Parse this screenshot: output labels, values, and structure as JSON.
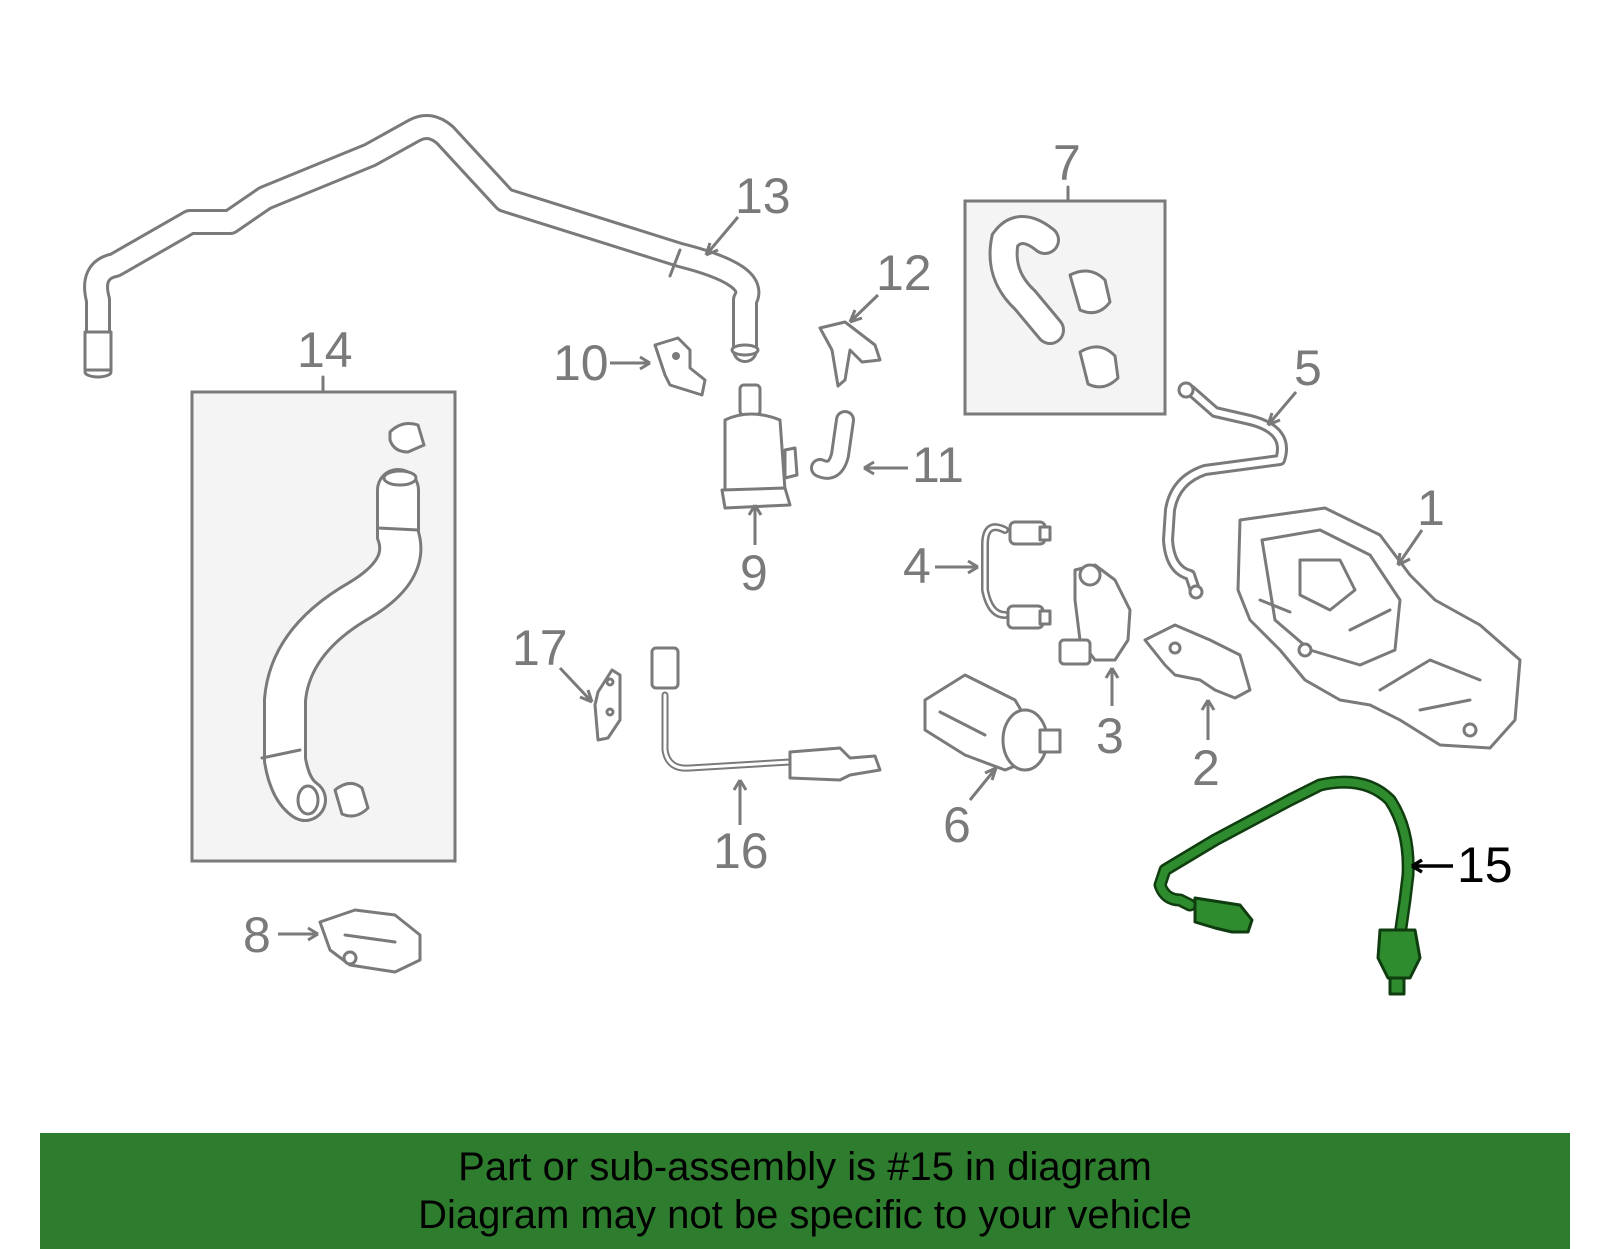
{
  "diagram": {
    "callouts": {
      "c1": "1",
      "c2": "2",
      "c3": "3",
      "c4": "4",
      "c5": "5",
      "c6": "6",
      "c7": "7",
      "c8": "8",
      "c9": "9",
      "c10": "10",
      "c11": "11",
      "c12": "12",
      "c13": "13",
      "c14": "14",
      "c15": "15",
      "c16": "16",
      "c17": "17"
    },
    "highlighted_part": "15",
    "colors": {
      "highlight": "#2e8b2e",
      "footer_background": "#2e7d2e",
      "part_outline": "#7a7a7a"
    }
  },
  "footer": {
    "line1": "Part or sub-assembly is #15 in diagram",
    "line2": "Diagram may not be specific to your vehicle"
  }
}
